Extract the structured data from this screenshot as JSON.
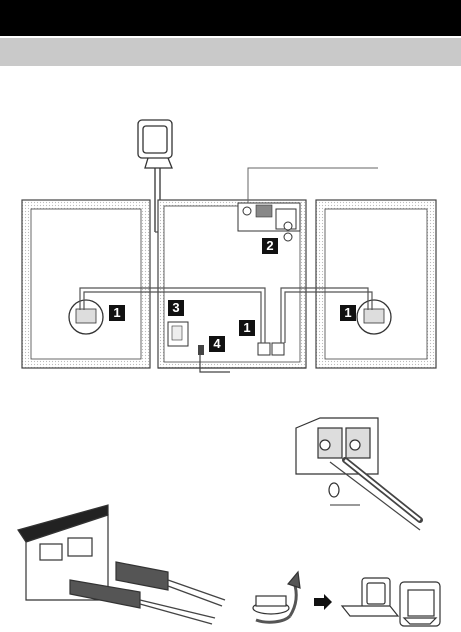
{
  "header": {
    "bar_color": "#000000",
    "sub_bar_color": "#c9c9c9"
  },
  "diagram": {
    "callouts": [
      {
        "id": "2",
        "label": "2"
      },
      {
        "id": "1a",
        "label": "1"
      },
      {
        "id": "1b",
        "label": "1"
      },
      {
        "id": "3",
        "label": "3"
      },
      {
        "id": "4",
        "label": "4"
      },
      {
        "id": "1c",
        "label": "1"
      },
      {
        "id": "1d",
        "label": "1"
      }
    ],
    "icons": [
      "am-loop-antenna",
      "speaker-terminal",
      "speaker-plug",
      "rotate-arrow",
      "right-arrow"
    ]
  }
}
